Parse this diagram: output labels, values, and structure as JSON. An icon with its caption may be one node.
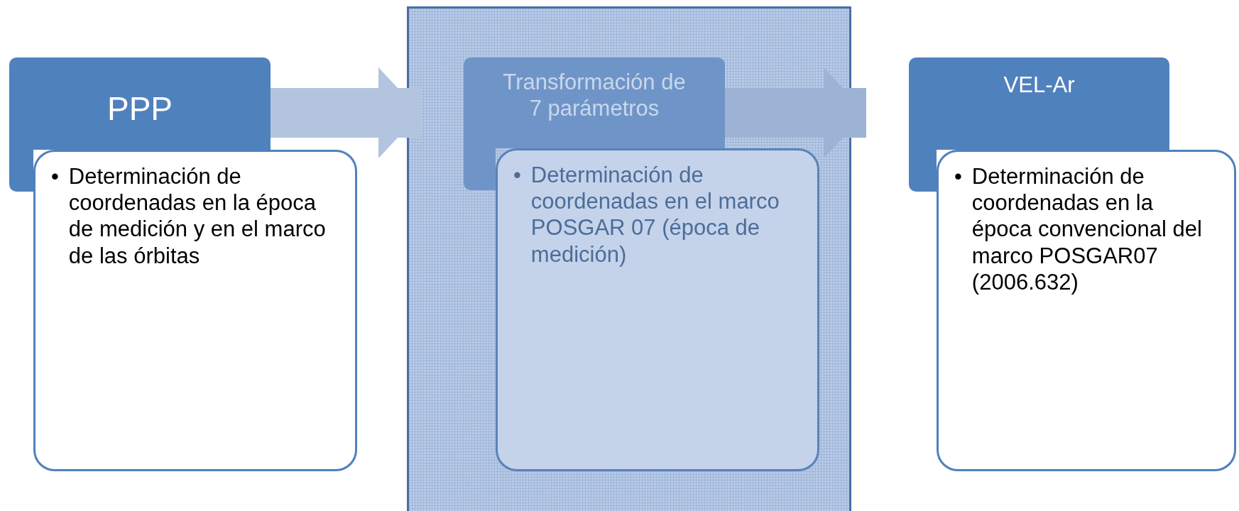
{
  "diagram": {
    "nodes": [
      {
        "text": [
          "PPP"
        ]
      },
      {
        "text": [
          "•",
          "Determinación de coordenadas en la época de medición y en el marco de las órbitas"
        ]
      },
      {
        "text": [
          "Transformación de 7 parámetros"
        ]
      },
      {
        "text": [
          "•",
          "Determinación de coordenadas en el marco POSGAR 07 (época de medición)"
        ]
      },
      {
        "text": [
          "VEL-Ar"
        ]
      },
      {
        "text": [
          "•",
          "Determinación de coordenadas en la época convencional del marco POSGAR07 (2006.632)"
        ]
      }
    ],
    "edges": [
      {
        "from": 0,
        "to": 2,
        "arrow": "to"
      },
      {
        "from": 2,
        "to": 4,
        "arrow": "to"
      }
    ]
  }
}
